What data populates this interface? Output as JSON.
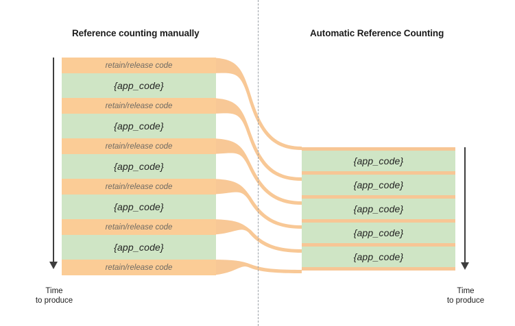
{
  "diagram": {
    "title_left": "Reference counting manually",
    "title_right": "Automatic Reference Counting",
    "divider": "vertical-dashed-divider",
    "colors": {
      "orange": "#fbcc96",
      "orange_rule": "#f7c695",
      "green": "#cfe5c5",
      "ribbon": "#f8c896",
      "arrow": "#3d3d3d",
      "divider": "#9aa0a6",
      "heading_text": "#1b1b1b",
      "orange_label_text": "#6e6a63",
      "green_label_text": "#222222",
      "background": "#ffffff"
    }
  },
  "left_column": {
    "bands": [
      {
        "type": "retain",
        "label": "retain/release code"
      },
      {
        "type": "app",
        "label": "{app_code}"
      },
      {
        "type": "retain",
        "label": "retain/release code"
      },
      {
        "type": "app",
        "label": "{app_code}"
      },
      {
        "type": "retain",
        "label": "retain/release code"
      },
      {
        "type": "app",
        "label": "{app_code}"
      },
      {
        "type": "retain",
        "label": "retain/release code"
      },
      {
        "type": "app",
        "label": "{app_code}"
      },
      {
        "type": "retain",
        "label": "retain/release code"
      },
      {
        "type": "app",
        "label": "{app_code}"
      },
      {
        "type": "retain",
        "label": "retain/release code"
      }
    ],
    "time_axis": {
      "line1": "Time",
      "line2": "to produce"
    }
  },
  "right_column": {
    "bands": [
      {
        "type": "rule",
        "label": ""
      },
      {
        "type": "app",
        "label": "{app_code}"
      },
      {
        "type": "rule",
        "label": ""
      },
      {
        "type": "app",
        "label": "{app_code}"
      },
      {
        "type": "rule",
        "label": ""
      },
      {
        "type": "app",
        "label": "{app_code}"
      },
      {
        "type": "rule",
        "label": ""
      },
      {
        "type": "app",
        "label": "{app_code}"
      },
      {
        "type": "rule",
        "label": ""
      },
      {
        "type": "app",
        "label": "{app_code}"
      },
      {
        "type": "rule",
        "label": ""
      }
    ],
    "time_axis": {
      "line1": "Time",
      "line2": "to produce"
    }
  },
  "ribbons": {
    "count": 6,
    "description": "retain/release bands flow from left column across divider and collapse into thin rules on the right"
  }
}
